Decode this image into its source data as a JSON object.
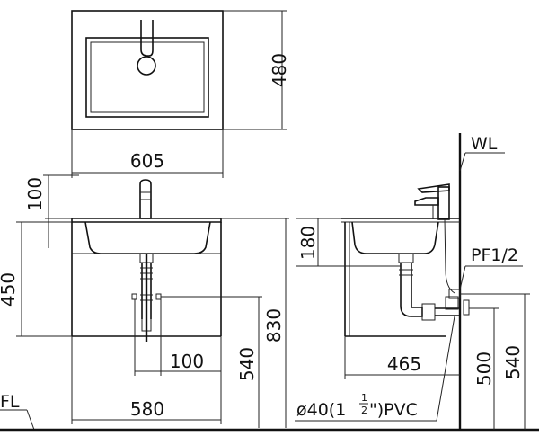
{
  "dimensions": {
    "top_width": "605",
    "top_depth": "480",
    "faucet_height": "100",
    "cabinet_height": "450",
    "cabinet_width": "580",
    "drain_offset": "100",
    "drain_height_front": "540",
    "total_height": "830",
    "basin_depth": "180",
    "side_depth": "465",
    "supply_height": "500",
    "drain_height_side": "540"
  },
  "labels": {
    "wall_line": "WL",
    "floor_line": "FL",
    "supply_fitting": "PF1/2",
    "pipe_spec_prefix": "ø40(1",
    "pipe_spec_num": "1",
    "pipe_spec_den": "2",
    "pipe_spec_suffix": "\")PVC"
  }
}
